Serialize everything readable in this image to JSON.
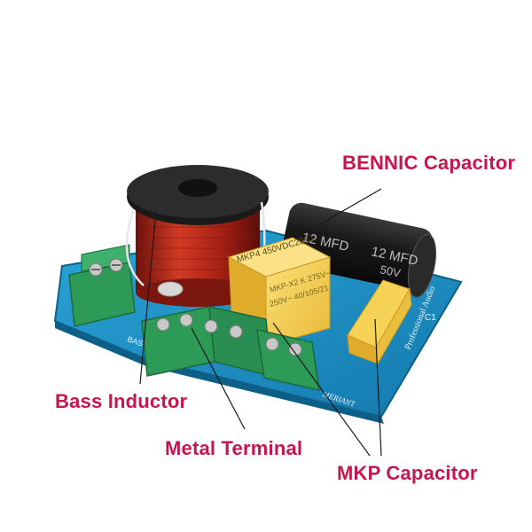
{
  "colors": {
    "label": "#c8154f",
    "board": "#1e8fc4",
    "coil": "#b8261b",
    "terminal": "#2e9a58",
    "capacitor_mkp": "#f2c94a",
    "capacitor_electrolytic": "#1c1c1c"
  },
  "labels": {
    "bennic": "BENNIC Capacitor",
    "bass": "Bass Inductor",
    "metal": "Metal Terminal",
    "mkp": "MKP Capacitor"
  },
  "board_text": {
    "mkp_top": "MKP4 450VDC205J",
    "mkp_side1": "MKP-X2 K 275V~",
    "mkp_side2": "250V~ 40/105/21",
    "elec_value1": "12 MFD",
    "elec_value2": "12 MFD",
    "elec_volt": "50V",
    "silk_professional": "Professional Audio",
    "silk_meriant": "MERIANT",
    "silk_c1": "C1",
    "silk_bass": "BAS"
  }
}
